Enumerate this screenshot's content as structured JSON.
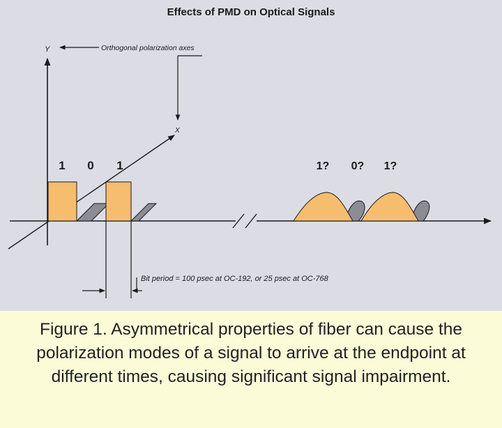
{
  "title": "Effects of PMD on Optical Signals",
  "y_axis_label": "Y",
  "x_axis_label": "X",
  "axes_annotation": "Orthogonal polarization axes",
  "bit_labels_sent": [
    "1",
    "0",
    "1"
  ],
  "bit_labels_received": [
    "1?",
    "0?",
    "1?"
  ],
  "bit_period_annotation": "Bit period = 100 psec at OC-192, or 25 psec at OC-768",
  "caption": "Figure 1. Asymmetrical properties of fiber can cause the polarization modes of a signal to arrive at the endpoint at different times, causing significant signal impairment.",
  "colors": {
    "diagram_background": "#dcdce4",
    "caption_background": "#fbfbd8",
    "pulse_fill": "#f7bd6e",
    "delayed_mode_fill": "#8c8c95",
    "line": "#1a1a1a"
  }
}
